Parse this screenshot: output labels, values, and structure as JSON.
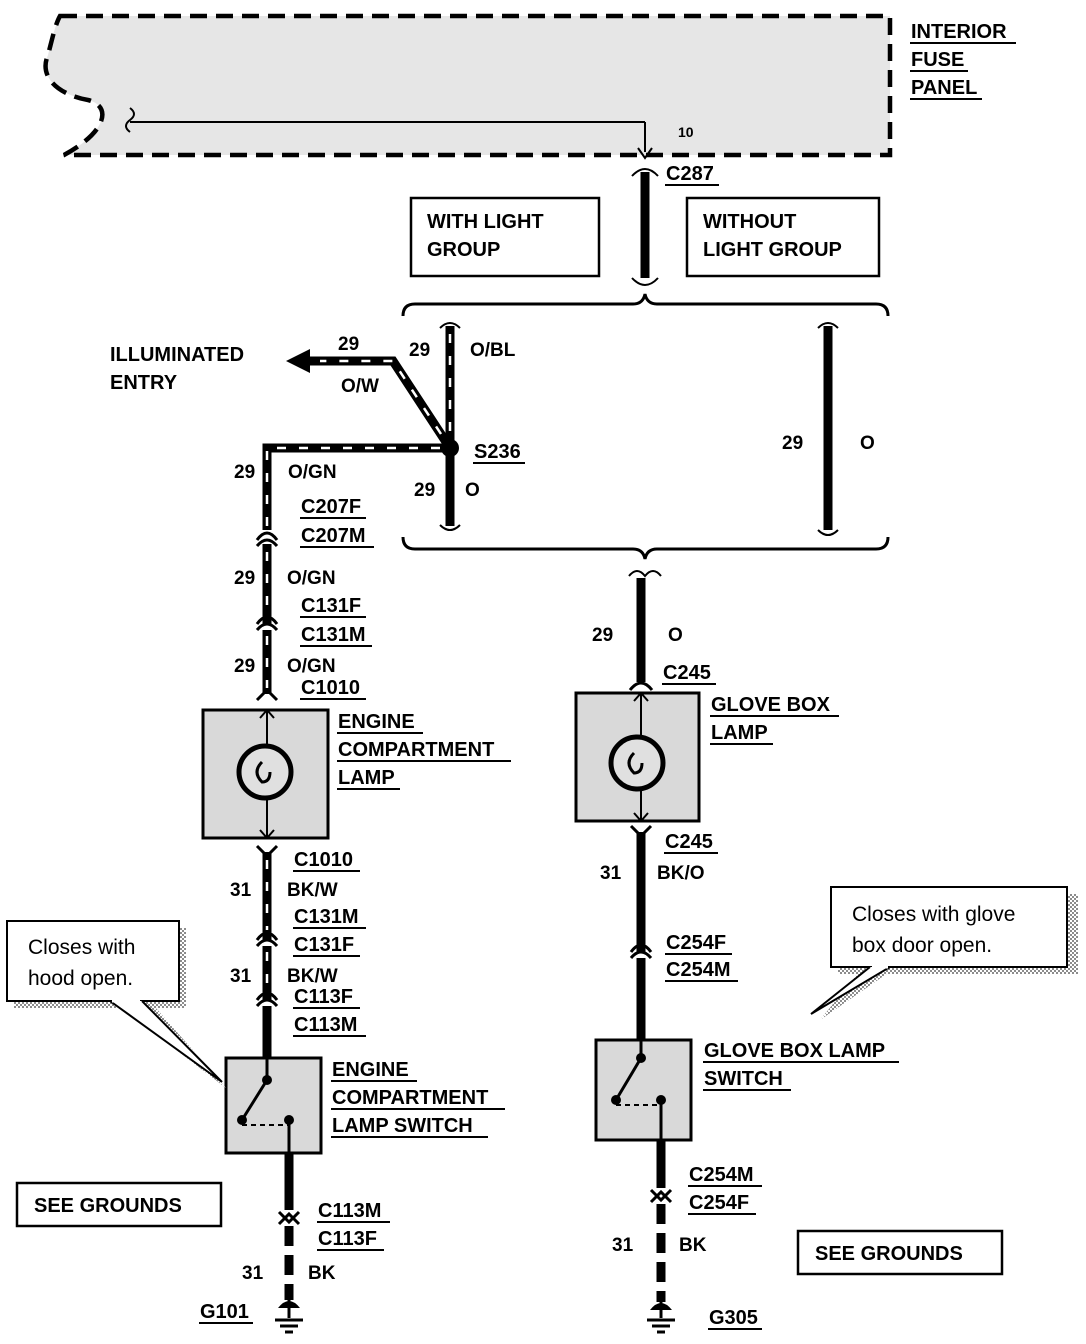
{
  "fuse_panel": {
    "title_line1": "INTERIOR",
    "title_line2": "FUSE",
    "title_line3": "PANEL",
    "fuse_number": "10"
  },
  "connectors": {
    "c287": "C287",
    "c207f": "C207F",
    "c207m": "C207M",
    "c131f_upper": "C131F",
    "c131m_upper": "C131M",
    "c1010_upper": "C1010",
    "c1010_lower": "C1010",
    "c131m_lower": "C131M",
    "c131f_lower": "C131F",
    "c113f_upper": "C113F",
    "c113m_upper": "C113M",
    "c113m_lower": "C113M",
    "c113f_lower": "C113F",
    "c245_upper": "C245",
    "c245_lower": "C245",
    "c254f_upper": "C254F",
    "c254m_upper": "C254M",
    "c254m_lower": "C254M",
    "c254f_lower": "C254F"
  },
  "splice": "S236",
  "options": {
    "with_light_line1": "WITH LIGHT",
    "with_light_line2": "GROUP",
    "without_light_line1": "WITHOUT",
    "without_light_line2": "LIGHT GROUP"
  },
  "illuminated_entry": {
    "line1": "ILLUMINATED",
    "line2": "ENTRY",
    "circuit": "29",
    "color": "O/W"
  },
  "circuits": {
    "obl": {
      "num": "29",
      "color": "O/BL"
    },
    "ogn_top": {
      "num": "29",
      "color": "O/GN"
    },
    "o_splice": {
      "num": "29",
      "color": "O"
    },
    "o_without": {
      "num": "29",
      "color": "O"
    },
    "ogn_mid1": {
      "num": "29",
      "color": "O/GN"
    },
    "ogn_mid2": {
      "num": "29",
      "color": "O/GN"
    },
    "o_glove": {
      "num": "29",
      "color": "O"
    },
    "bkw_1": {
      "num": "31",
      "color": "BK/W"
    },
    "bkw_2": {
      "num": "31",
      "color": "BK/W"
    },
    "bko": {
      "num": "31",
      "color": "BK/O"
    },
    "bk_left": {
      "num": "31",
      "color": "BK"
    },
    "bk_right": {
      "num": "31",
      "color": "BK"
    }
  },
  "components": {
    "engine_lamp": {
      "line1": "ENGINE",
      "line2": "COMPARTMENT",
      "line3": "LAMP"
    },
    "engine_switch": {
      "line1": "ENGINE",
      "line2": "COMPARTMENT",
      "line3": "LAMP SWITCH"
    },
    "glove_lamp": {
      "line1": "GLOVE BOX",
      "line2": "LAMP"
    },
    "glove_switch": {
      "line1": "GLOVE BOX LAMP",
      "line2": "SWITCH"
    }
  },
  "notes": {
    "hood": {
      "line1": "Closes with",
      "line2": "hood open."
    },
    "glove": {
      "line1": "Closes with glove",
      "line2": "box door open."
    }
  },
  "grounds": {
    "see_left": "SEE GROUNDS",
    "see_right": "SEE GROUNDS",
    "g101": "G101",
    "g305": "G305"
  }
}
